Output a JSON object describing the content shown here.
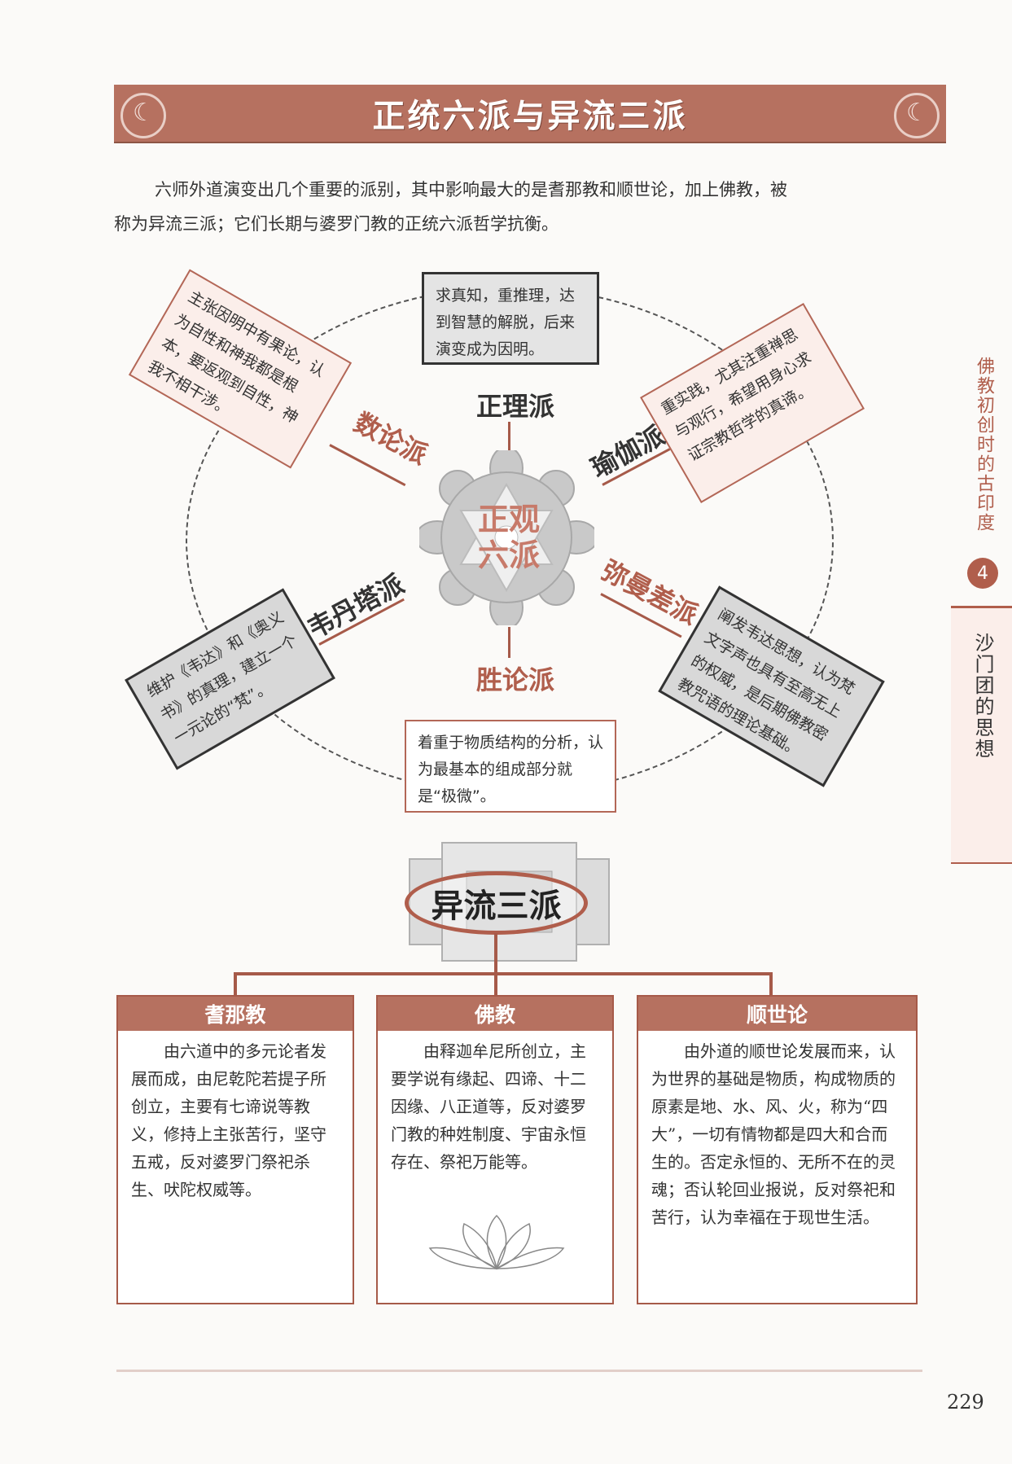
{
  "title": "正统六派与异流三派",
  "intro_line1": "六师外道演变出几个重要的派别，其中影响最大的是耆那教和顺世论，加上佛教，被",
  "intro_line2": "称为异流三派；它们长期与婆罗门教的正统六派哲学抗衡。",
  "center": {
    "line1": "正观",
    "line2": "六派"
  },
  "schools": {
    "nyaya": {
      "name": "正理派",
      "text": "求真知，重推理，达到智慧的解脱，后来演变成为因明。"
    },
    "samkhya": {
      "name": "数论派",
      "text": "主张因明中有果论，认为自性和神我都是根本，要返观到自性，神我不相干涉。"
    },
    "yoga": {
      "name": "瑜伽派",
      "text": "重实践，尤其注重禅思与观行，希望用身心求证宗教哲学的真谛。"
    },
    "vedanta": {
      "name": "韦丹塔派",
      "text": "维护《韦达》和《奥义书》的真理，建立一个一元论的“梵”。"
    },
    "mimamsa": {
      "name": "弥曼差派",
      "text": "阐发韦达思想，认为梵文字声也具有至高无上的权威，是后期佛教密教咒语的理论基础。"
    },
    "vaisesika": {
      "name": "胜论派",
      "text": "着重于物质结构的分析，认为最基本的组成部分就是“极微”。"
    }
  },
  "sub_title": "异流三派",
  "cards": [
    {
      "title": "耆那教",
      "text": "由六道中的多元论者发展而成，由尼乾陀若提子所创立，主要有七谛说等教义，修持上主张苦行，坚守五戒，反对婆罗门祭祀杀生、吠陀权威等。"
    },
    {
      "title": "佛教",
      "text": "由释迦牟尼所创立，主要学说有缘起、四谛、十二因缘、八正道等，反对婆罗门教的种姓制度、宇宙永恒存在、祭祀万能等。"
    },
    {
      "title": "顺世论",
      "text": "由外道的顺世论发展而来，认为世界的基础是物质，构成物质的原素是地、水、风、火，称为“四大”，一切有情物都是四大和合而生的。否定永恒的、无所不在的灵魂；否认轮回业报说，反对祭祀和苦行，认为幸福在于现世生活。"
    }
  ],
  "side": {
    "chapter": "佛教初创时的古印度",
    "number": "4",
    "section": "沙门团的思想"
  },
  "page_number": "229",
  "colors": {
    "accent": "#b67160",
    "accent_dark": "#a65a49",
    "pink_bg": "#fbeeea"
  }
}
